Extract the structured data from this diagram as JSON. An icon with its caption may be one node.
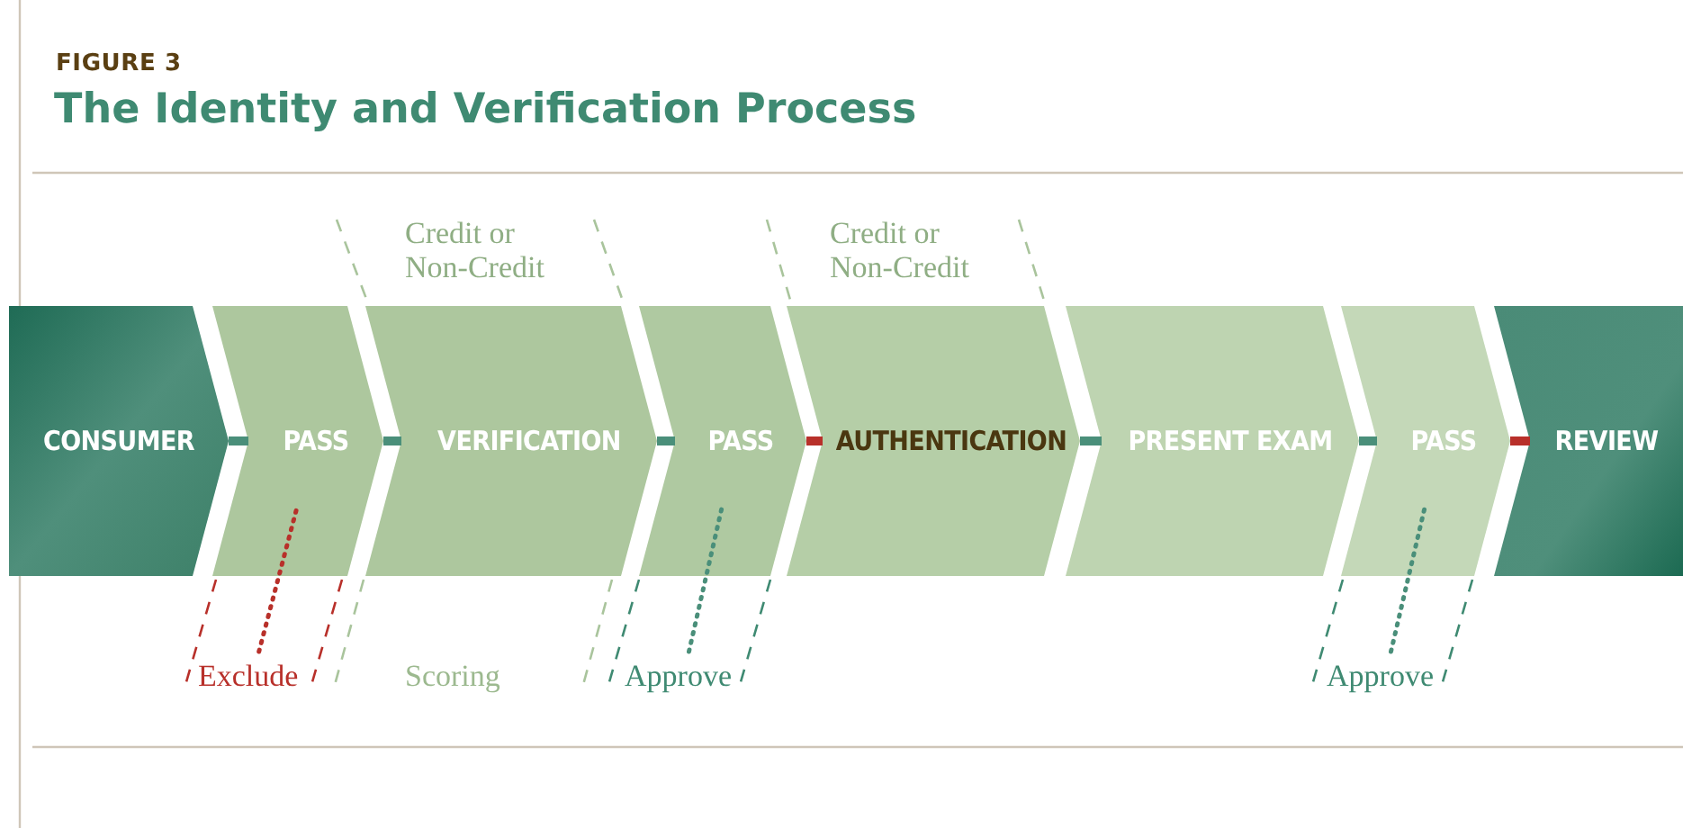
{
  "diagram": {
    "title": "The Identity and Verification Process",
    "nodes": [
      {
        "text": [
          "CONSUMER"
        ]
      },
      {
        "text": [
          "PASS"
        ]
      },
      {
        "text": [
          "VERIFICATION"
        ]
      },
      {
        "text": [
          "PASS"
        ]
      },
      {
        "text": [
          "AUTHENTICATION"
        ]
      },
      {
        "text": [
          "PRESENT EXAM"
        ]
      },
      {
        "text": [
          "PASS"
        ]
      },
      {
        "text": [
          "REVIEW"
        ]
      },
      {
        "text": [
          "Exclude"
        ]
      },
      {
        "text": [
          "Approve"
        ]
      },
      {
        "text": [
          "Approve"
        ]
      }
    ],
    "edges": [
      {
        "from": 0,
        "to": 1,
        "arrow": "none"
      },
      {
        "from": 1,
        "to": 2,
        "arrow": "none"
      },
      {
        "from": 2,
        "to": 3,
        "arrow": "none"
      },
      {
        "from": 3,
        "to": 4,
        "arrow": "none",
        "color": "#b8302a"
      },
      {
        "from": 4,
        "to": 5,
        "arrow": "none"
      },
      {
        "from": 5,
        "to": 6,
        "arrow": "none"
      },
      {
        "from": 6,
        "to": 7,
        "arrow": "none",
        "color": "#b8302a"
      },
      {
        "from": 8,
        "to": 1,
        "arrow": "none",
        "style": "dashed",
        "color": "#b8302a"
      },
      {
        "from": 9,
        "to": 3,
        "arrow": "none",
        "style": "dashed"
      },
      {
        "from": 10,
        "to": 6,
        "arrow": "none",
        "style": "dashed"
      }
    ],
    "labels": [
      "FIGURE 3",
      "Credit or Non-Credit",
      "Credit or Non-Credit",
      "Scoring"
    ]
  }
}
